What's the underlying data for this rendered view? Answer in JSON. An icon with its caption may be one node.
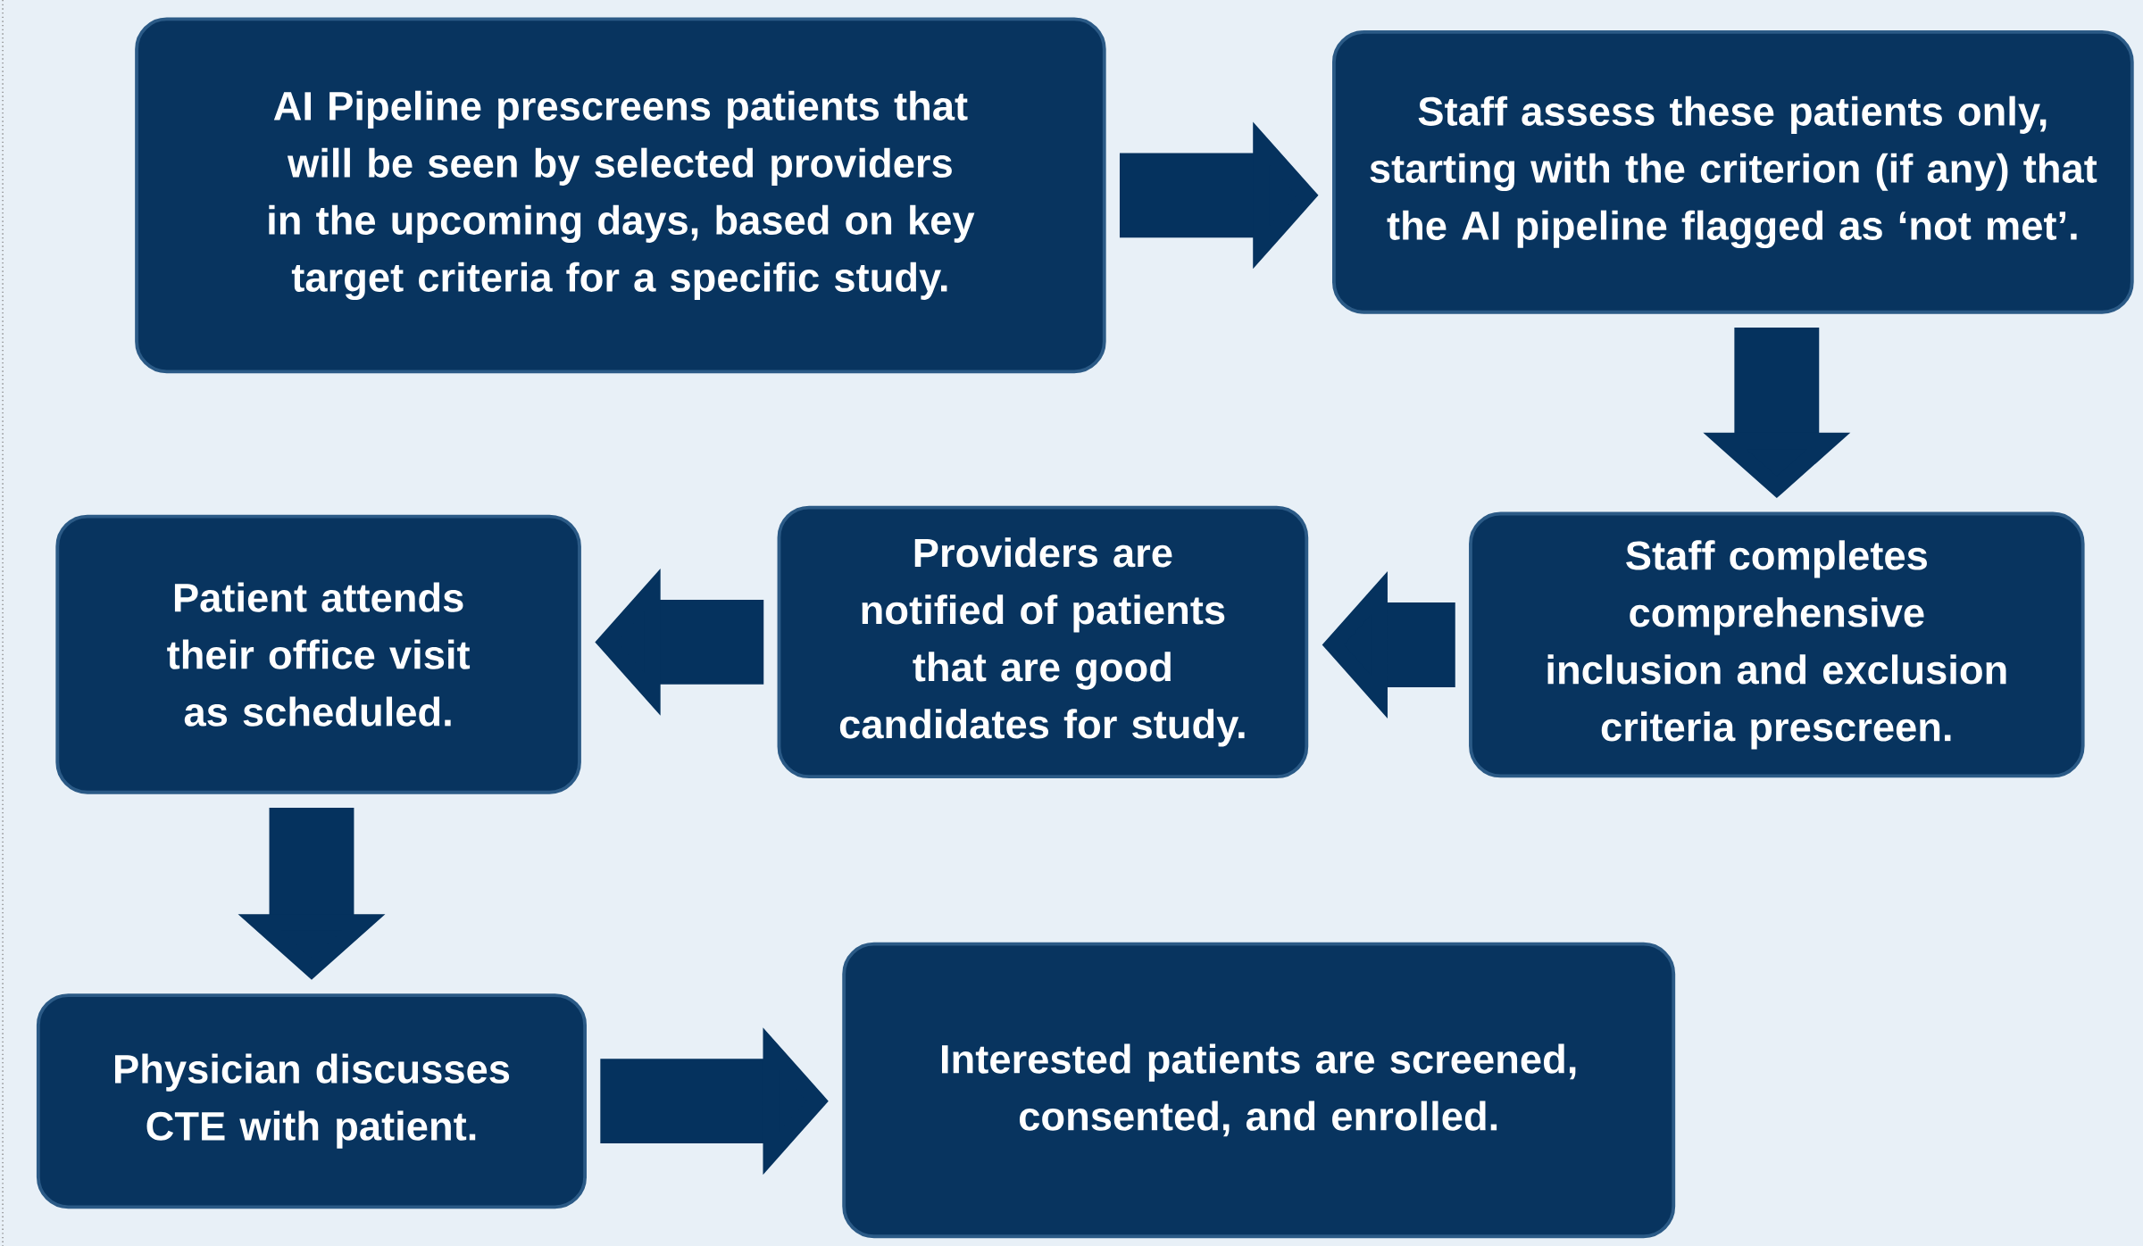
{
  "diagram": {
    "nodes": [
      {
        "text": [
          "AI Pipeline prescreens patients that will be seen by selected providers in the upcoming days, based on key target criteria for a specific study."
        ]
      },
      {
        "text": [
          "Staff assess these patients only, starting with the criterion (if any) that the AI pipeline flagged as ‘not met’."
        ]
      },
      {
        "text": [
          "Staff completes comprehensive inclusion and exclusion criteria prescreen."
        ]
      },
      {
        "text": [
          "Providers are notified of patients that are good candidates for study."
        ]
      },
      {
        "text": [
          "Patient attends their office visit as scheduled."
        ]
      },
      {
        "text": [
          "Physician discusses CTE with patient."
        ]
      },
      {
        "text": [
          "Interested patients  are screened, consented, and enrolled."
        ]
      }
    ],
    "edges": [
      {
        "from": 0,
        "to": 1,
        "arrow": "to"
      },
      {
        "from": 1,
        "to": 2,
        "arrow": "to"
      },
      {
        "from": 2,
        "to": 3,
        "arrow": "to"
      },
      {
        "from": 3,
        "to": 4,
        "arrow": "to"
      },
      {
        "from": 4,
        "to": 5,
        "arrow": "to"
      },
      {
        "from": 5,
        "to": 6,
        "arrow": "to"
      }
    ]
  }
}
